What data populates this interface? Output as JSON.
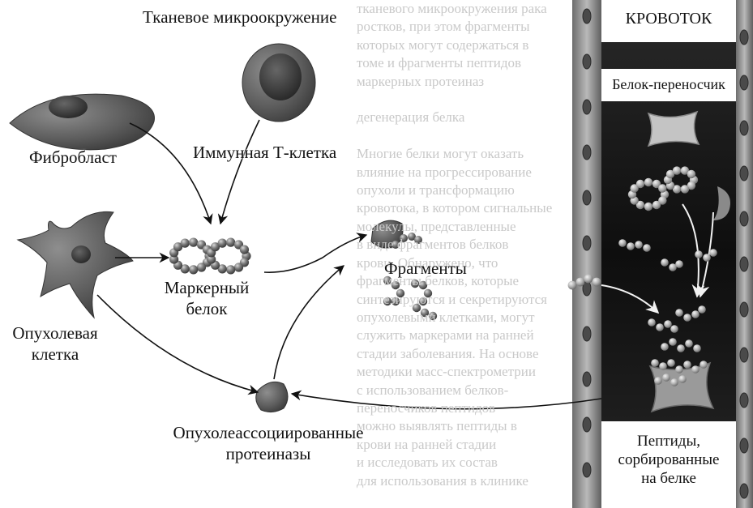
{
  "background_text": [
    "тканевого микроокружения рака",
    "ростков, при этом фрагменты",
    "которых могут содержаться в",
    "томе и фрагменты пептидов",
    "маркерных протеиназ",
    "",
    "дегенерация белка",
    "",
    "Многие белки могут оказать",
    "влияние на прогрессирование",
    "опухоли и трансформацию",
    "кровотока, в котором сигнальные",
    "молекулы, представленные",
    "в виде фрагментов белков",
    "крови. Обнаружено, что",
    "фрагменты белков, которые",
    "синтезируются и секретируются",
    "опухолевыми клетками, могут",
    "служить маркерами на ранней",
    "стадии заболевания. На основе",
    "методики масс-спектрометрии",
    "с использованием белков-",
    "переносчиков пептидов",
    "можно выявлять пептиды в",
    "крови на ранней стадии",
    "и исследовать их состав",
    "для использования в клинике"
  ],
  "labels": {
    "microenvironment": "Тканевое микроокружение",
    "fibroblast": "Фибробласт",
    "t_cell": "Иммунная Т-клетка",
    "marker_protein_line1": "Маркерный",
    "marker_protein_line2": "белок",
    "tumor_cell_line1": "Опухолевая",
    "tumor_cell_line2": "клетка",
    "fragments": "Фрагменты",
    "proteinases_line1": "Опухолеассоциированные",
    "proteinases_line2": "протеиназы",
    "bloodstream": "КРОВОТОК",
    "carrier_protein": "Белок-переносчик",
    "peptides_line1": "Пептиды,",
    "peptides_line2": "сорбированные",
    "peptides_line3": "на белке"
  },
  "colors": {
    "ink": "#111111",
    "cell_body": "#6b6b6b",
    "cell_nucleus": "#3a3a3a",
    "bead": "#5c5c5c",
    "panel_bg": "#161616",
    "panel_wall": "#8a8a8a",
    "carrier_protein": "#bdbdbd"
  }
}
